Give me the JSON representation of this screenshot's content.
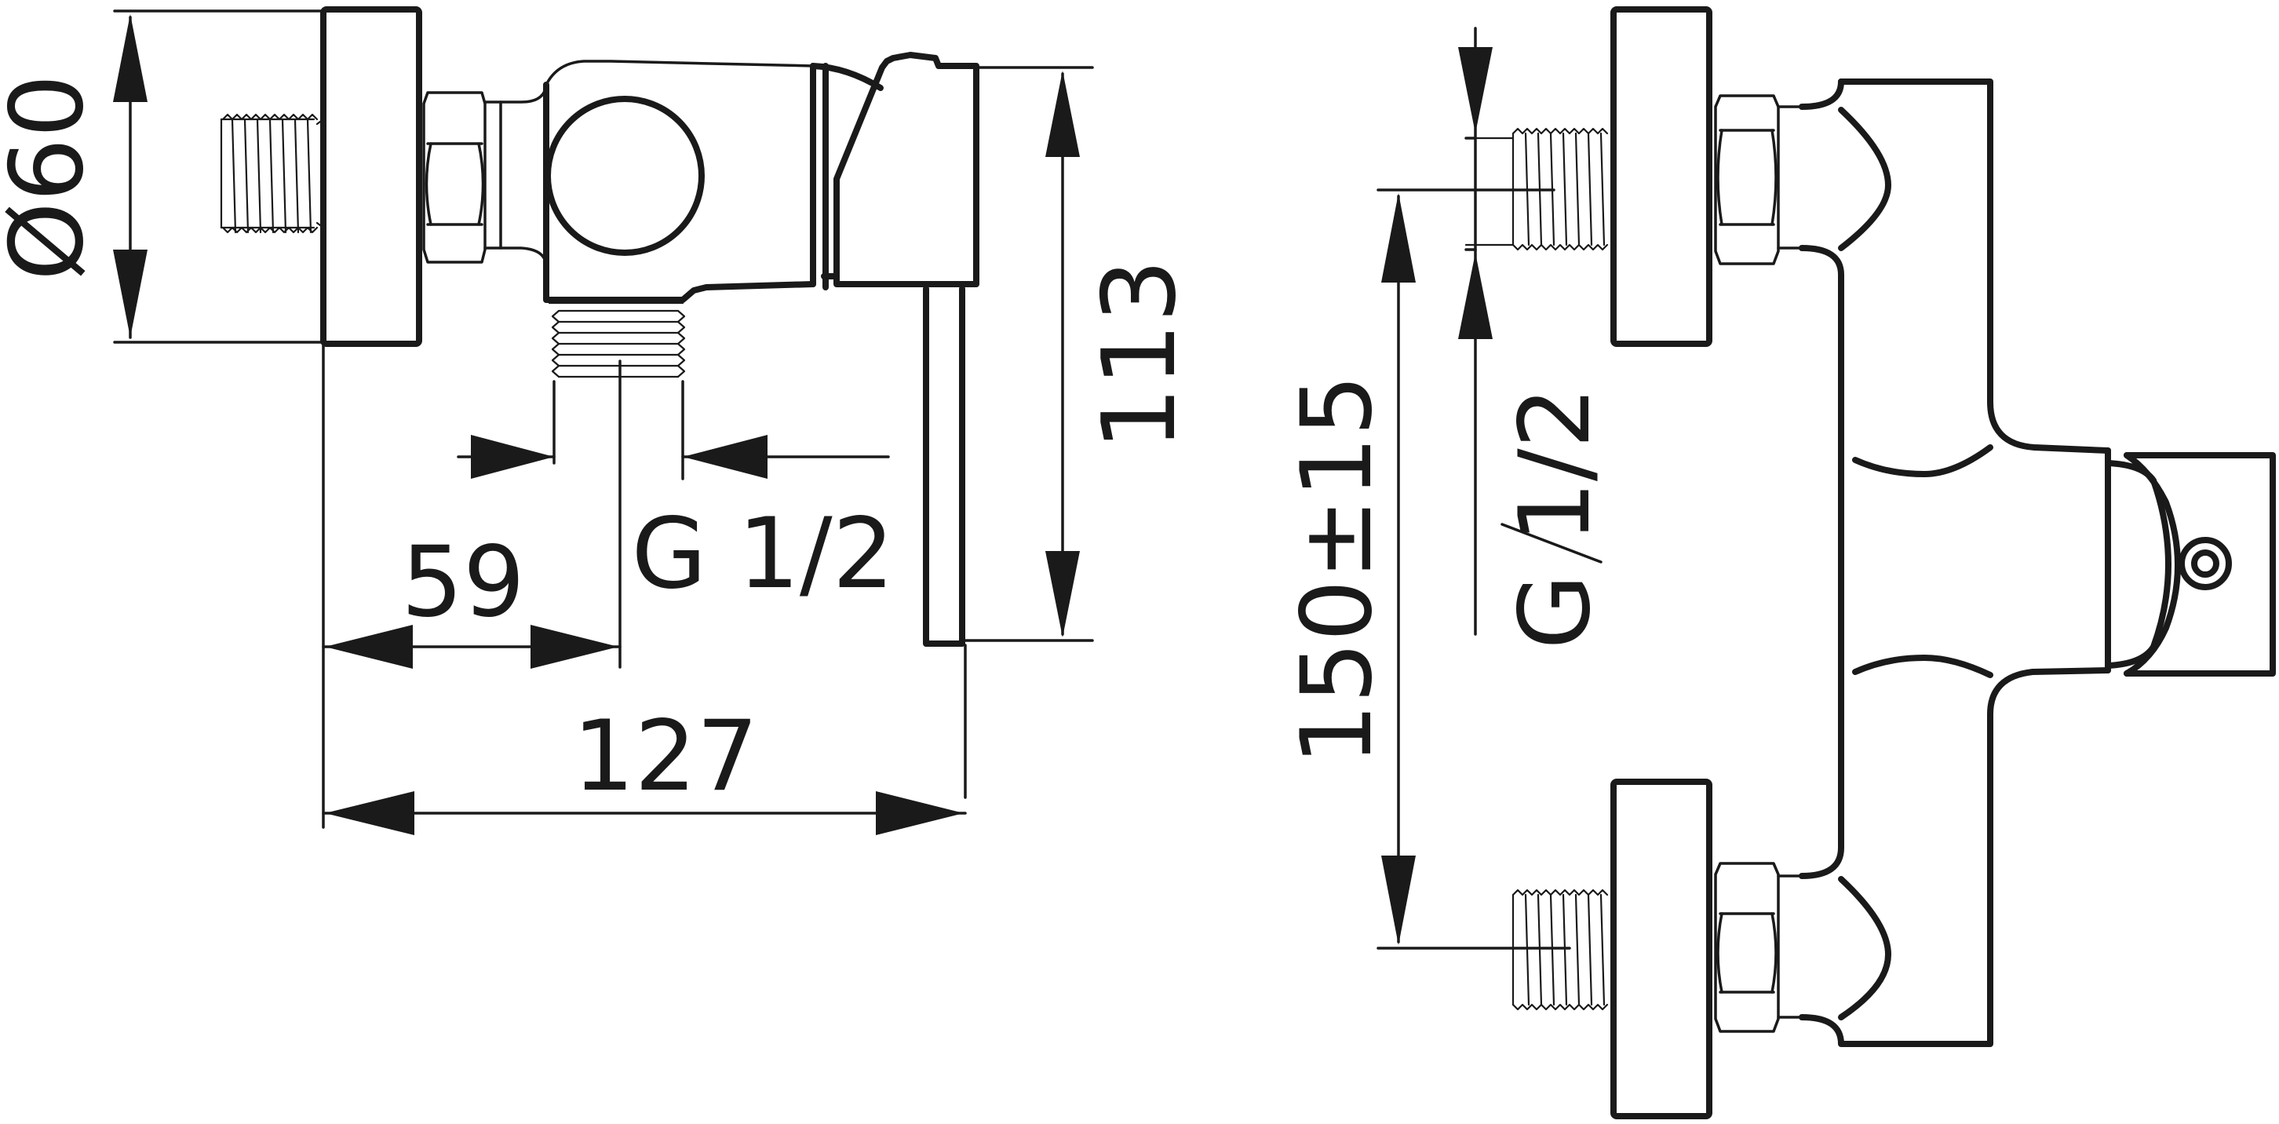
{
  "views": {
    "side": {
      "dim_diameter": "Ø60",
      "dim_height": "113",
      "dim_thread_width": "59",
      "dim_thread": "G 1/2",
      "dim_total_length": "127"
    },
    "front": {
      "dim_center_distance": "150±15",
      "dim_thread": "G 1/2"
    }
  },
  "colors": {
    "line": "#1a1a1a",
    "background": "#ffffff"
  }
}
